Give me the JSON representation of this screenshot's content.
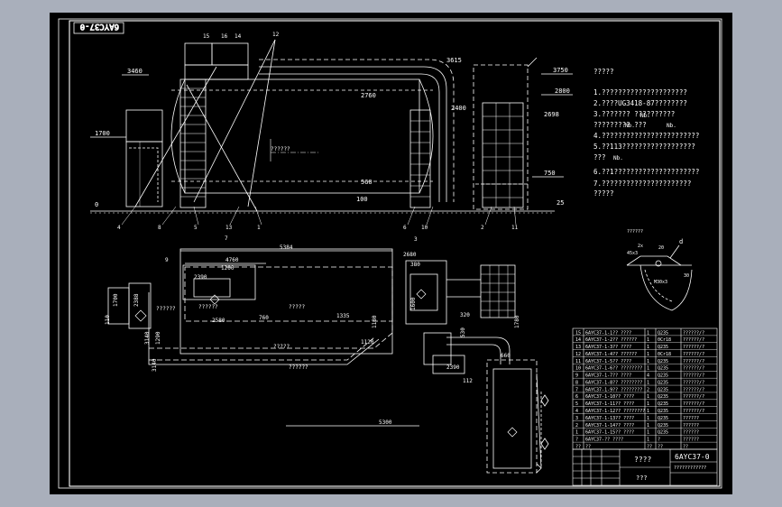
{
  "viewport": {
    "background": "#000000",
    "surround": "#a9afbb"
  },
  "colors": {
    "line": "#ffffff",
    "dim": "#ffffff"
  },
  "drawing": {
    "code_stamp": "6AYC37-0",
    "elevations": {
      "e3615": "3615",
      "e3750": "3750",
      "e2800": "2800",
      "e2400": "2400",
      "e2698": "2698",
      "e2760": "2760",
      "e3460": "3460",
      "e1700": "1700",
      "e560": "560",
      "e100": "100",
      "e750": "750",
      "e25": "25",
      "e0": "0"
    },
    "balloons": {
      "b15": "15",
      "b16": "16",
      "b14": "14",
      "b12": "12",
      "b13": "13",
      "b1": "1",
      "b4": "4",
      "b8": "8",
      "b5": "5",
      "b10": "10",
      "b11": "11",
      "b7": "7",
      "b9": "9",
      "b2": "2",
      "b3": "3",
      "b6": "6"
    },
    "dims": {
      "d5384": "5384",
      "d4760": "4760",
      "d2680": "2680",
      "d2390": "2390",
      "d2580": "2580",
      "d760": "760",
      "d1335": "1335",
      "d1120": "1120",
      "d3140": "3140",
      "d1700": "1700",
      "d2388": "2388",
      "d380": "380",
      "d2390b": "2390",
      "d5300": "5300",
      "d660": "660",
      "d1180": "1180",
      "d1290": "1290",
      "d530": "530",
      "d112": "112",
      "d3140b": "3140",
      "d320": "320",
      "d1780": "1780",
      "d1600": "1600",
      "d110": "110",
      "d1200": "1200"
    },
    "marks": {
      "m1": "?????",
      "m2": "??????",
      "m3": "?????",
      "m4": "??????",
      "m5": "??????",
      "m6": "??????"
    },
    "notes": {
      "heading": "?????",
      "lines": [
        "1.?????????????????????",
        "2.????UG3418-87????????",
        "3.???????          ??????????",
        "   ?????????             ???",
        "4.????????????????????????",
        "5.??113??????????????????",
        "          ???",
        "6.??1?????????????????????",
        "7.??????????????????????",
        "  ?????"
      ],
      "tags": [
        "Nb.",
        "Nb.",
        "Nb.",
        "Nb."
      ]
    },
    "detail": {
      "label": "d",
      "dims": [
        "45x3",
        "2x",
        "20",
        "30",
        "M30x3"
      ],
      "caption": "??????"
    },
    "parts_list": {
      "rows": [
        [
          "15",
          "6AYC37-1-1?? ????",
          "1",
          "Q235",
          "??????/?"
        ],
        [
          "14",
          "6AYC37-1-2?? ??????",
          "1",
          "0Cr18",
          "??????/?"
        ],
        [
          "13",
          "6AYC37-1-3?? ????",
          "1",
          "Q235",
          "??????/?"
        ],
        [
          "12",
          "6AYC37-1-4?? ??????",
          "1",
          "0Cr18",
          "??????/?"
        ],
        [
          "11",
          "6AYC37-1-5?? ????",
          "1",
          "Q235",
          "??????/?"
        ],
        [
          "10",
          "6AYC37-1-6?? ????????",
          "1",
          "Q235",
          "??????/?"
        ],
        [
          "9",
          "6AYC37-1-7?? ????",
          "4",
          "Q235",
          "??????/?"
        ],
        [
          "8",
          "6AYC37-1-8?? ????????",
          "1",
          "Q235",
          "??????/?"
        ],
        [
          "7",
          "6AYC37-1-9?? ????????",
          "2",
          "Q235",
          "??????/?"
        ],
        [
          "6",
          "6AYC37-1-10?? ????",
          "1",
          "Q235",
          "??????/?"
        ],
        [
          "5",
          "6AYC37-1-11?? ????",
          "1",
          "Q235",
          "??????/?"
        ],
        [
          "4",
          "6AYC37-1-12?? ????????",
          "1",
          "Q235",
          "??????/?"
        ],
        [
          "3",
          "6AYC37-1-13?? ????",
          "1",
          "Q235",
          "??????"
        ],
        [
          "2",
          "6AYC37-1-14?? ????",
          "1",
          "Q235",
          "??????"
        ],
        [
          "1",
          "6AYC37-1-15?? ????",
          "1",
          "Q235",
          "??????"
        ],
        [
          "?",
          "6AYC37-?? ????",
          "1",
          "?",
          "??????"
        ]
      ],
      "header": [
        "??",
        "??",
        "??",
        "??",
        "??"
      ]
    },
    "title_block": {
      "title": "????",
      "company": "???",
      "code": "6AYC37-0",
      "subtitle": "????????????"
    }
  }
}
